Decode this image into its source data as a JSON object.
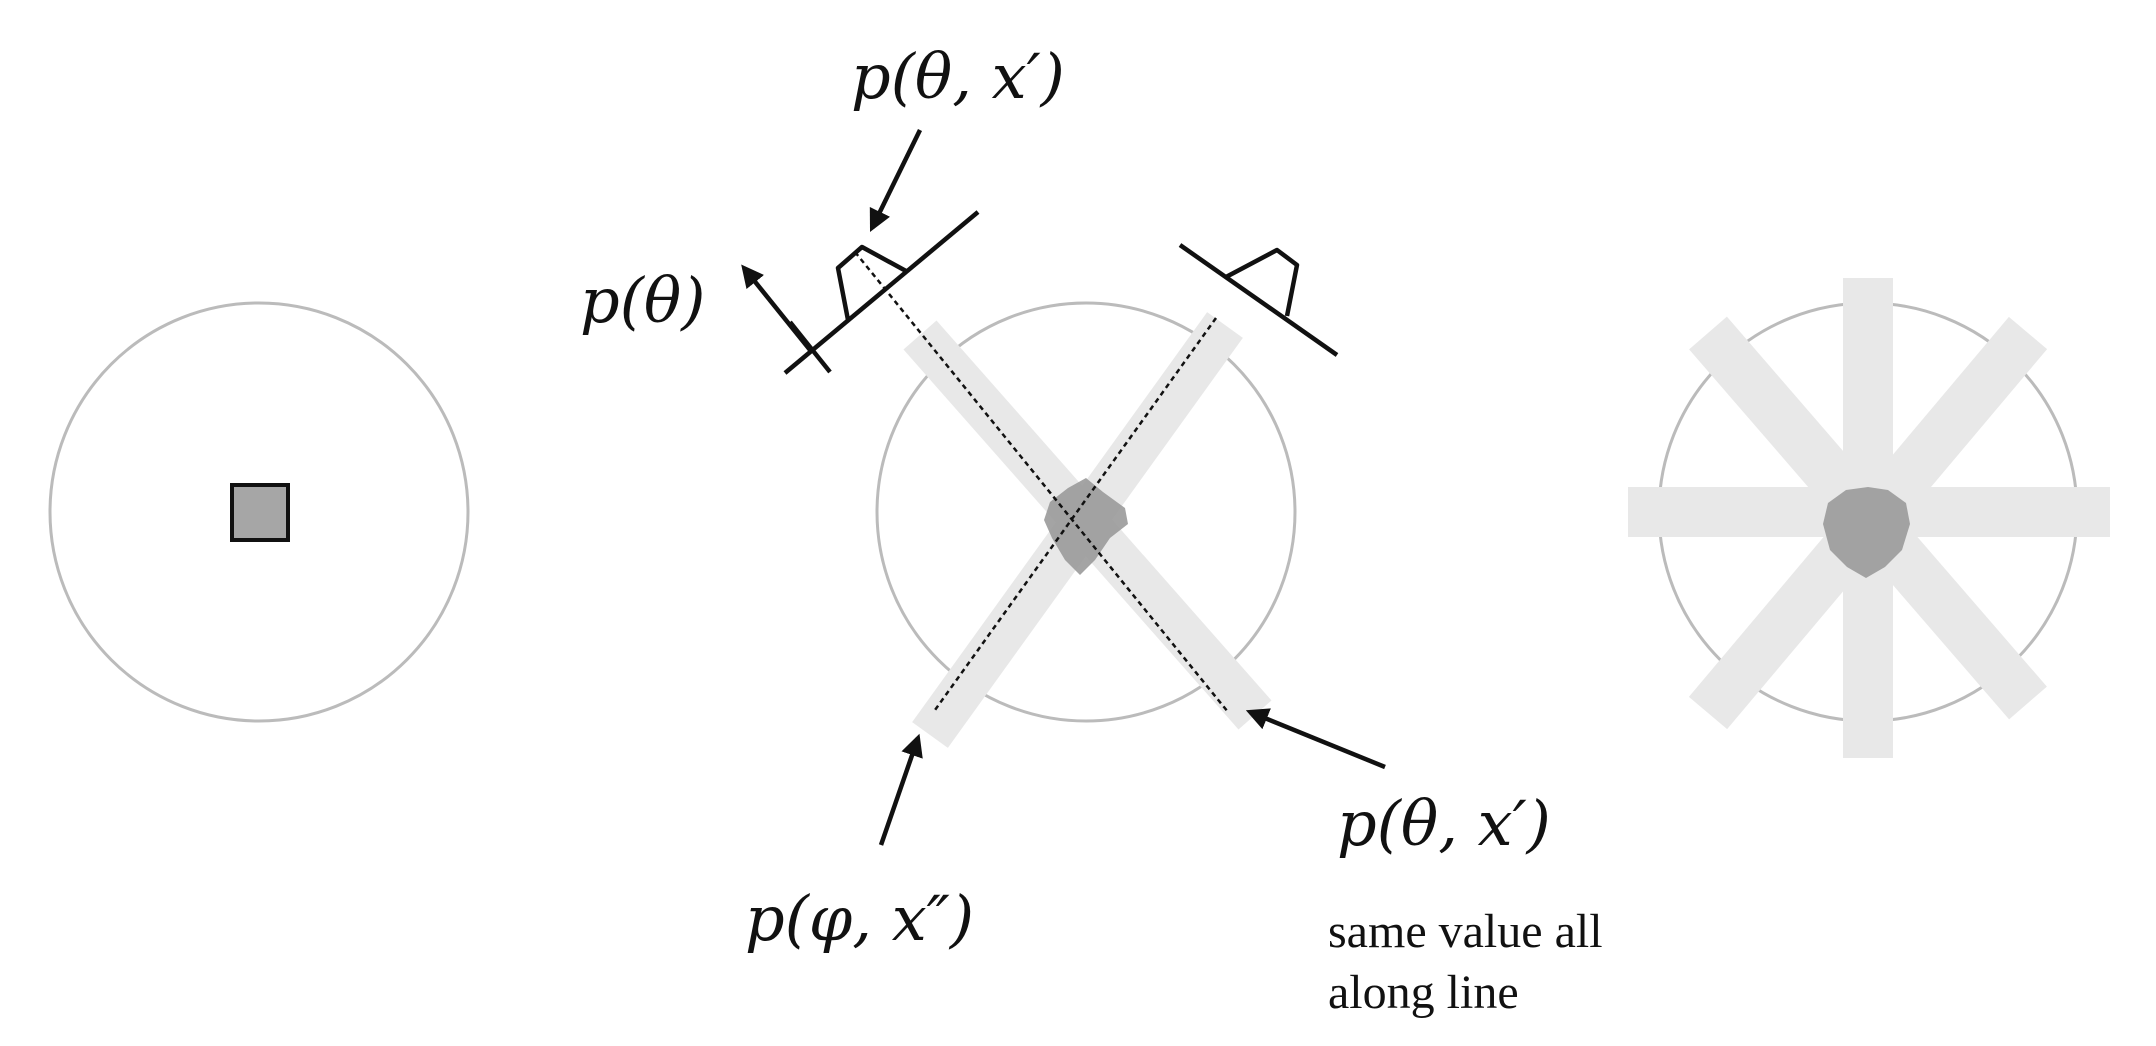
{
  "labels": {
    "top_projection": "p(θ, x′)",
    "projection_angle": "p(θ)",
    "right_projection": "p(θ, x′)",
    "bottom_projection": "p(φ, x″)",
    "note_line1": "same value all",
    "note_line2": "along line"
  },
  "colors": {
    "circle": "#bbbbbb",
    "band": "#e8e8e8",
    "object": "#a6a6a6",
    "blur": "#9a9a9a",
    "ink": "#111111"
  }
}
